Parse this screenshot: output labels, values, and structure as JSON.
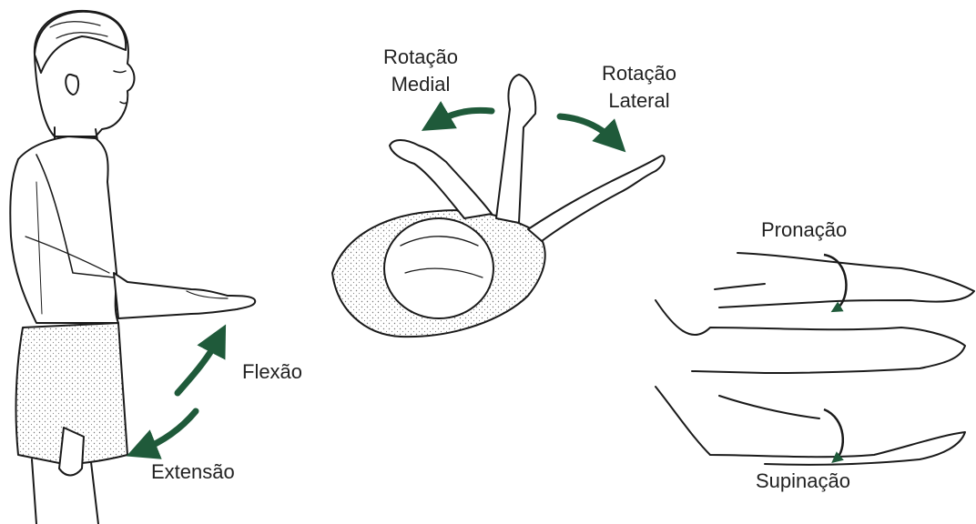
{
  "colors": {
    "line": "#1a1a1a",
    "skin": "#ffffff",
    "fabric_dots": "#777777",
    "arrow": "#1f5a3a",
    "text": "#222222"
  },
  "labels": {
    "rotacao_medial_1": "Rotação",
    "rotacao_medial_2": "Medial",
    "rotacao_lateral_1": "Rotação",
    "rotacao_lateral_2": "Lateral",
    "flexao": "Flexão",
    "extensao": "Extensão",
    "pronacao": "Pronação",
    "supinacao": "Supinação"
  },
  "icons": {
    "standing_figure": "standing-person-side-view",
    "top_view_figure": "person-top-view-arms",
    "forearms": "forearm-rotation-illustration",
    "arrow": "curved-arrow"
  }
}
